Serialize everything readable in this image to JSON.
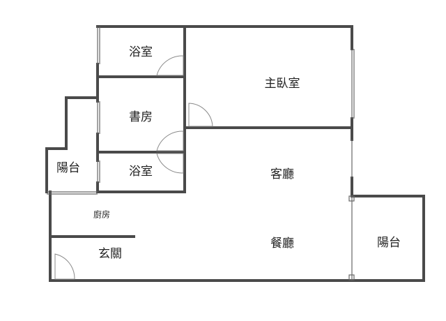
{
  "rooms": {
    "bath_top": "浴室",
    "master_bedroom": "主臥室",
    "study": "書房",
    "balcony_left": "陽台",
    "bath_bottom": "浴室",
    "living_room": "客廳",
    "kitchen": "廚房",
    "dining_room": "餐廳",
    "entrance": "玄關",
    "balcony_right": "陽台"
  }
}
